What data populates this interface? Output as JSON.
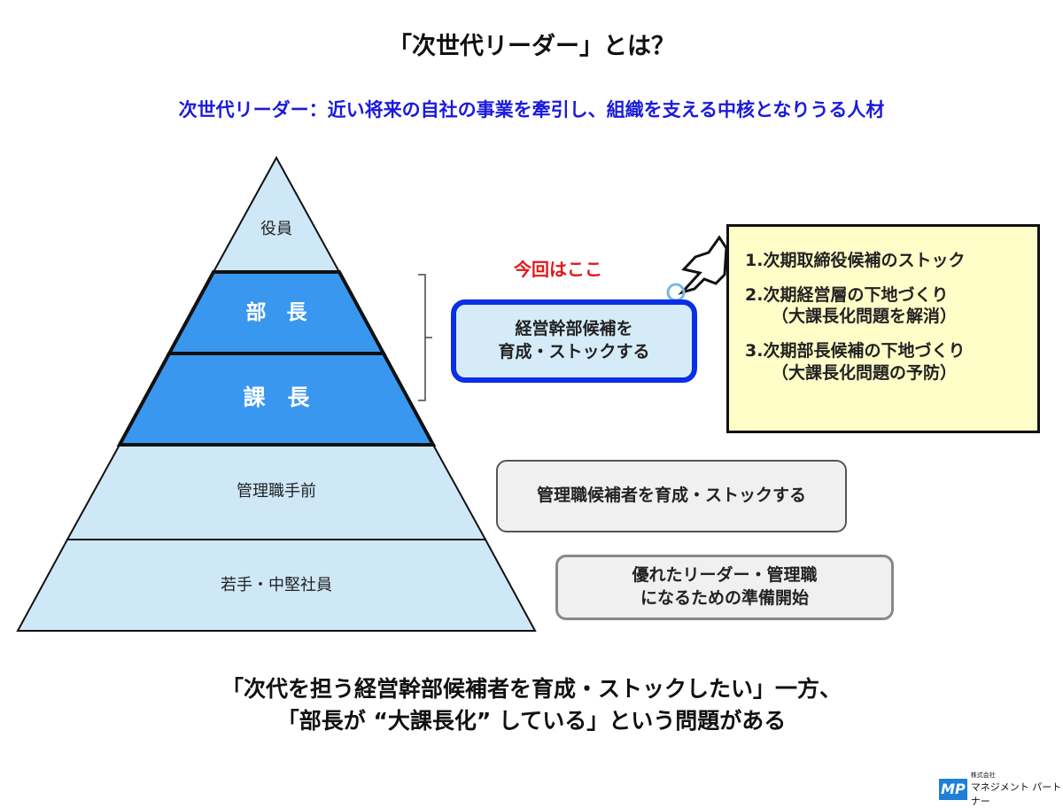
{
  "title": "「次世代リーダー」とは？",
  "definition": "次世代リーダー：近い将来の自社の事業を牽引し、組織を支える中核となりうる人材",
  "pyramid": {
    "levels": [
      "役員",
      "部　長",
      "課　長",
      "管理職手前",
      "若手・中堅社員"
    ]
  },
  "highlight_label": "今回はここ",
  "target_box": {
    "line1": "経営幹部候補を",
    "line2": "育成・ストックする"
  },
  "note": {
    "items": [
      {
        "main": "1.次期取締役候補のストック",
        "sub": ""
      },
      {
        "main": "2.次期経営層の下地づくり",
        "sub": "（大課長化問題を解消）"
      },
      {
        "main": "3.次期部長候補の下地づくり",
        "sub": "（大課長化問題の予防）"
      }
    ]
  },
  "box_manager": "管理職候補者を育成・ストックする",
  "box_young": {
    "line1": "優れたリーダー・管理職",
    "line2": "になるための準備開始"
  },
  "bottom": {
    "line1": "「次代を担う経営幹部候補者を育成・ストックしたい」一方、",
    "line2": "「部長が “大課長化” している」という問題がある"
  },
  "logo": {
    "mark": "MP",
    "small": "株式会社",
    "name": "マネジメント パートナー"
  },
  "colors": {
    "light": "#cfe8f8",
    "dark": "#3a97f0",
    "accent": "#0a2fe6",
    "red": "#e3161b"
  }
}
